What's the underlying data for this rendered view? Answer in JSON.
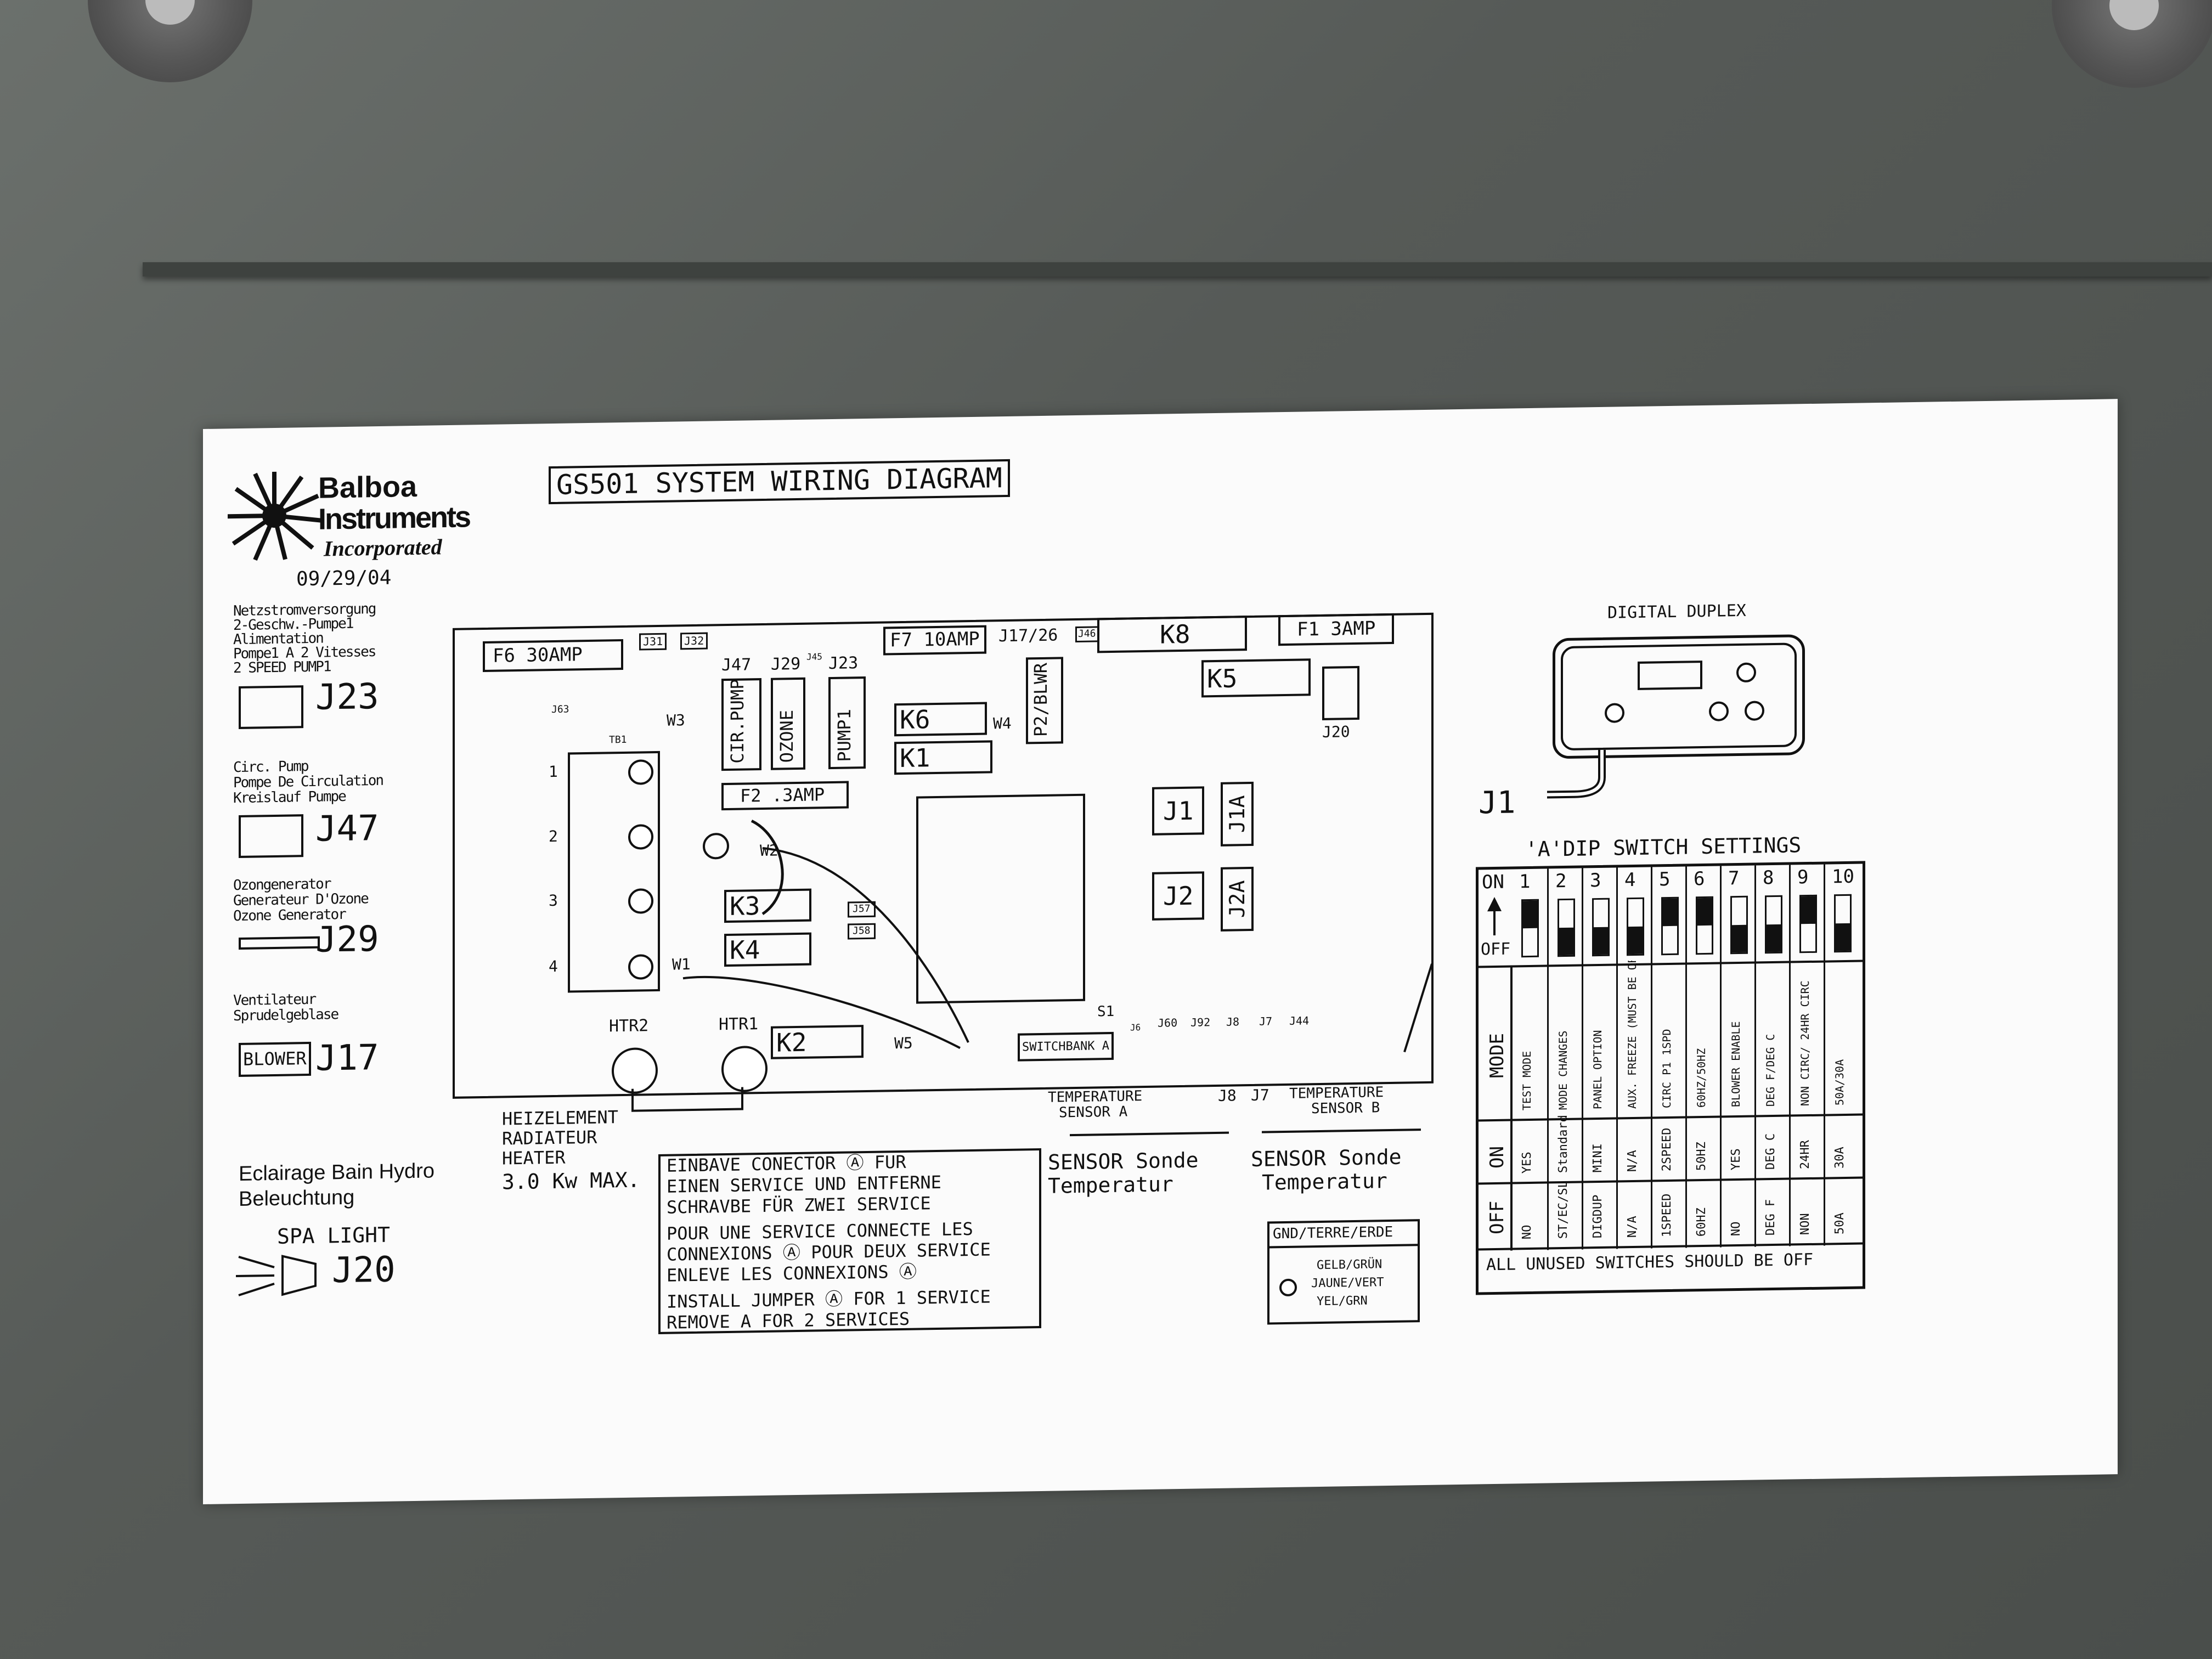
{
  "logo": {
    "line1": "Balboa",
    "line2": "Instruments",
    "line3": "Incorporated"
  },
  "date": "09/29/04",
  "title": "GS501 SYSTEM WIRING DIAGRAM",
  "left_labels": {
    "j23": {
      "text": [
        "Netzstromversorgung",
        "2-Geschw.-Pumpe1",
        "Alimentation",
        "Pompe1 A 2 Vitesses",
        "2 SPEED PUMP1"
      ],
      "connector": "J23"
    },
    "j47": {
      "text": [
        "Circ. Pump",
        "Pompe De Circulation",
        "Kreislauf Pumpe"
      ],
      "connector": "J47"
    },
    "j29": {
      "text": [
        "Ozongenerator",
        "Generateur D'Ozone",
        "Ozone Generator"
      ],
      "connector": "J29"
    },
    "j17": {
      "text": [
        "Ventilateur",
        "Sprudelgeblase"
      ],
      "box": "BLOWER",
      "connector": "J17"
    },
    "j20": {
      "text": [
        "Eclairage Bain Hydro",
        "Beleuchtung"
      ],
      "label": "SPA LIGHT",
      "connector": "J20"
    }
  },
  "board": {
    "f6": "F6 30AMP",
    "j31": "J31",
    "j32": "J32",
    "f7": "F7 10AMP",
    "j1726": "J17/26",
    "j46": "J46",
    "k8": "K8",
    "f1": "F1 3AMP",
    "k5": "K5",
    "j20": "J20",
    "j47": "J47",
    "j29": "J29",
    "j45": "J45",
    "j23": "J23",
    "cirpump": "CIR.PUMP",
    "ozone": "OZONE",
    "pump1": "PUMP1",
    "p2blwr": "P2/BLWR",
    "j63": "J63",
    "w3": "W3",
    "w4": "W4",
    "tb1": "TB1",
    "tb_nums": [
      "1",
      "2",
      "3",
      "4"
    ],
    "k6": "K6",
    "k1": "K1",
    "f2": "F2 .3AMP",
    "w2": "W2",
    "k3": "K3",
    "k4": "K4",
    "j57": "J57",
    "j58": "J58",
    "w1": "W1",
    "j1": "J1",
    "j1a": "J1A",
    "j2": "J2",
    "j2a": "J2A",
    "htr2": "HTR2",
    "htr1": "HTR1",
    "k2": "K2",
    "w5": "W5",
    "s1": "S1",
    "switchbank": "SWITCHBANK A",
    "small": [
      "J6",
      "J60",
      "J92",
      "J8",
      "J7",
      "J44"
    ]
  },
  "heater": {
    "lines": [
      "HEIZELEMENT",
      "RADIATEUR",
      "HEATER",
      "3.0 Kw MAX."
    ]
  },
  "jumper_note": {
    "de": [
      "EINBAVE CONECTOR Ⓐ FUR",
      "EINEN SERVICE UND ENTFERNE",
      "SCHRAVBE FÜR ZWEI SERVICE"
    ],
    "fr": [
      "POUR UNE SERVICE CONNECTE LES",
      "CONNEXIONS Ⓐ POUR DEUX SERVICE",
      "ENLEVE LES CONNEXIONS Ⓐ"
    ],
    "en": [
      "INSTALL JUMPER Ⓐ FOR 1 SERVICE",
      "REMOVE A FOR 2 SERVICES"
    ]
  },
  "sensors": {
    "a": {
      "label": [
        "TEMPERATURE",
        "SENSOR A"
      ],
      "jack": "J8",
      "caption": [
        "SENSOR Sonde",
        "Temperatur"
      ]
    },
    "b": {
      "label": [
        "TEMPERATURE",
        "SENSOR B"
      ],
      "jack": "J7",
      "caption": [
        "SENSOR Sonde",
        "Temperatur"
      ]
    }
  },
  "ground": {
    "title": "GND/TERRE/ERDE",
    "lines": [
      "GELB/GRÜN",
      "JAUNE/VERT",
      "YEL/GRN"
    ]
  },
  "duplex": {
    "title": "DIGITAL DUPLEX",
    "connector": "J1"
  },
  "dip": {
    "title": "'A'DIP SWITCH SETTINGS",
    "on": "ON",
    "off": "OFF",
    "numbers": [
      "1",
      "2",
      "3",
      "4",
      "5",
      "6",
      "7",
      "8",
      "9",
      "10"
    ],
    "positions": [
      "on",
      "off",
      "off",
      "off",
      "on",
      "on",
      "off",
      "off",
      "on",
      "off"
    ],
    "mode_header": "MODE",
    "on_header": "ON",
    "off_header": "OFF",
    "mode": [
      "TEST MODE",
      "MODE CHANGES",
      "PANEL OPTION",
      "AUX. FREEZE (MUST BE OFF)",
      "CIRC P1 1SPD",
      "60HZ/50HZ",
      "BLOWER ENABLE",
      "DEG F/DEG C",
      "NON CIRC/ 24HR CIRC",
      "50A/30A"
    ],
    "on_vals": [
      "YES",
      "Standard",
      "MINI",
      "N/A",
      "2SPEED",
      "50HZ",
      "YES",
      "DEG C",
      "24HR",
      "30A"
    ],
    "off_vals": [
      "NO",
      "ST/EC/SL",
      "DIGDUP",
      "N/A",
      "1SPEED",
      "60HZ",
      "NO",
      "DEG F",
      "NON",
      "50A"
    ],
    "footer": "ALL UNUSED SWITCHES SHOULD BE OFF"
  }
}
